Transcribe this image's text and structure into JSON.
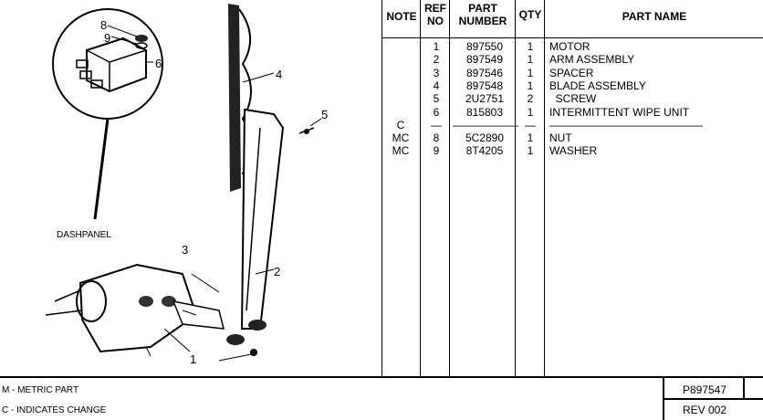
{
  "diagram": {
    "callouts": {
      "c1": "1",
      "c2": "2",
      "c3": "3",
      "c4": "4",
      "c5": "5",
      "c6": "6",
      "c8": "8",
      "c9": "9"
    },
    "dashpanel_label": "DASHPANEL"
  },
  "table": {
    "headers": {
      "note": "NOTE",
      "ref_line1": "REF",
      "ref_line2": "NO",
      "part_line1": "PART",
      "part_line2": "NUMBER",
      "qty": "QTY",
      "name": "PART NAME"
    },
    "rows": [
      {
        "note": "",
        "ref": "1",
        "part_number": "897550",
        "qty": "1",
        "name": "MOTOR"
      },
      {
        "note": "",
        "ref": "2",
        "part_number": "897549",
        "qty": "1",
        "name": "ARM ASSEMBLY"
      },
      {
        "note": "",
        "ref": "3",
        "part_number": "897546",
        "qty": "1",
        "name": "SPACER"
      },
      {
        "note": "",
        "ref": "4",
        "part_number": "897548",
        "qty": "1",
        "name": "BLADE ASSEMBLY"
      },
      {
        "note": "",
        "ref": "5",
        "part_number": "2U2751",
        "qty": "2",
        "name": "  SCREW"
      },
      {
        "note": "",
        "ref": "6",
        "part_number": "815803",
        "qty": "1",
        "name": "INTERMITTENT WIPE UNIT"
      },
      {
        "note": "C",
        "ref": "—",
        "part_number": "——————",
        "qty": "—",
        "name": "——————————————"
      },
      {
        "note": "MC",
        "ref": "8",
        "part_number": "5C2890",
        "qty": "1",
        "name": "NUT"
      },
      {
        "note": "MC",
        "ref": "9",
        "part_number": "8T4205",
        "qty": "1",
        "name": "WASHER"
      }
    ]
  },
  "footer": {
    "metric_note": "M - METRIC PART",
    "change_note": "C - INDICATES CHANGE",
    "drawing_number": "P897547",
    "revision": "REV 002"
  }
}
